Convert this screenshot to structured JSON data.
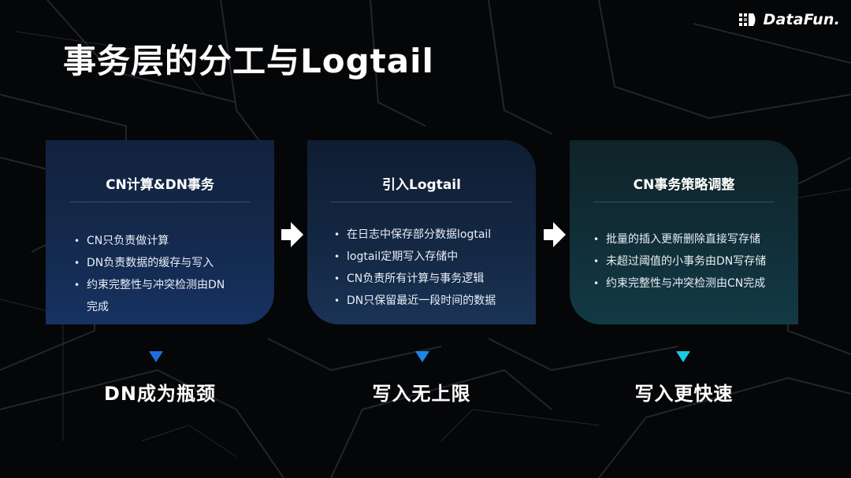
{
  "brand": {
    "name": "DataFun."
  },
  "title": "事务层的分工与Logtail",
  "colors": {
    "triangle_blue": "#1d6de0",
    "triangle_cyan": "#1fc7e6",
    "background": "#050608"
  },
  "cards": [
    {
      "heading": "CN计算&DN事务",
      "bullets": [
        "CN只负责做计算",
        "DN负责数据的缓存与写入",
        "约束完整性与冲突检测由DN",
        "完成"
      ]
    },
    {
      "heading": "引入Logtail",
      "bullets": [
        "在日志中保存部分数据logtail",
        "logtail定期写入存储中",
        "CN负责所有计算与事务逻辑",
        "DN只保留最近一段时间的数据"
      ]
    },
    {
      "heading": "CN事务策略调整",
      "bullets": [
        "批量的插入更新删除直接写存储",
        "未超过阈值的小事务由DN写存储",
        "约束完整性与冲突检测由CN完成"
      ]
    }
  ],
  "results": [
    "DN成为瓶颈",
    "写入无上限",
    "写入更快速"
  ]
}
